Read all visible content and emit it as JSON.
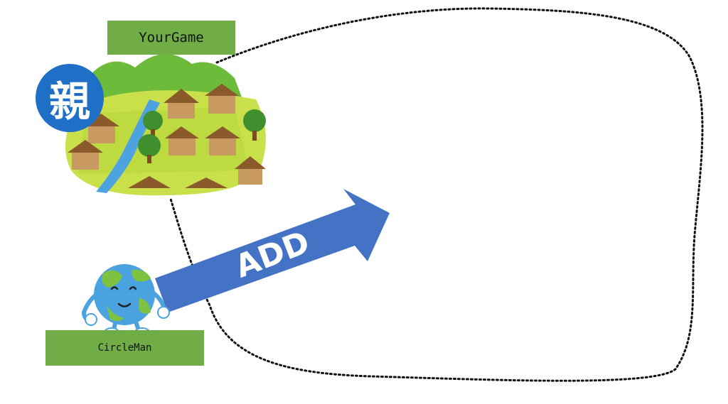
{
  "labels": {
    "parent": "YourGame",
    "child": "CircleMan"
  },
  "badge": {
    "text": "親",
    "color": "#1e6fc5"
  },
  "arrow": {
    "text": "ADD",
    "color": "#4472c4"
  },
  "label_color": "#70ad47",
  "icons": {
    "village": "village-icon",
    "earth_character": "earth-character-icon"
  }
}
